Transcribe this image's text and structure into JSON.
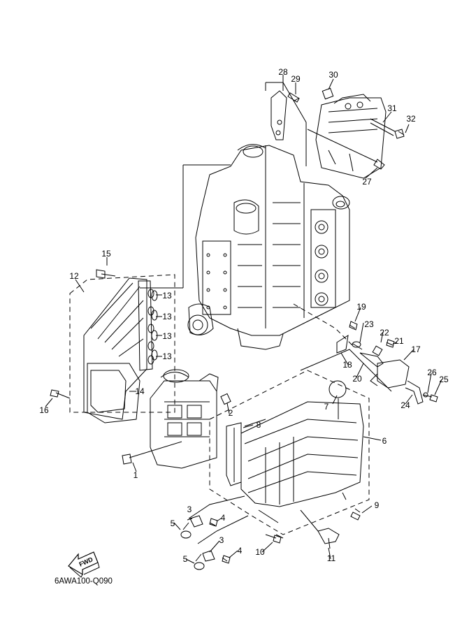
{
  "diagram": {
    "part_labels": [
      "1",
      "2",
      "3",
      "4",
      "5",
      "6",
      "7",
      "8",
      "9",
      "10",
      "11",
      "12",
      "13",
      "14",
      "15",
      "16",
      "17",
      "18",
      "19",
      "20",
      "21",
      "22",
      "23",
      "24",
      "25",
      "26",
      "27",
      "28",
      "29",
      "30",
      "31",
      "32"
    ],
    "repeat_13_label": "13",
    "repeat_3_label": "3",
    "repeat_4_label": "4",
    "repeat_5_label": "5",
    "fwd_label": "FWD",
    "drawing_code": "6AWA100-Q090"
  }
}
